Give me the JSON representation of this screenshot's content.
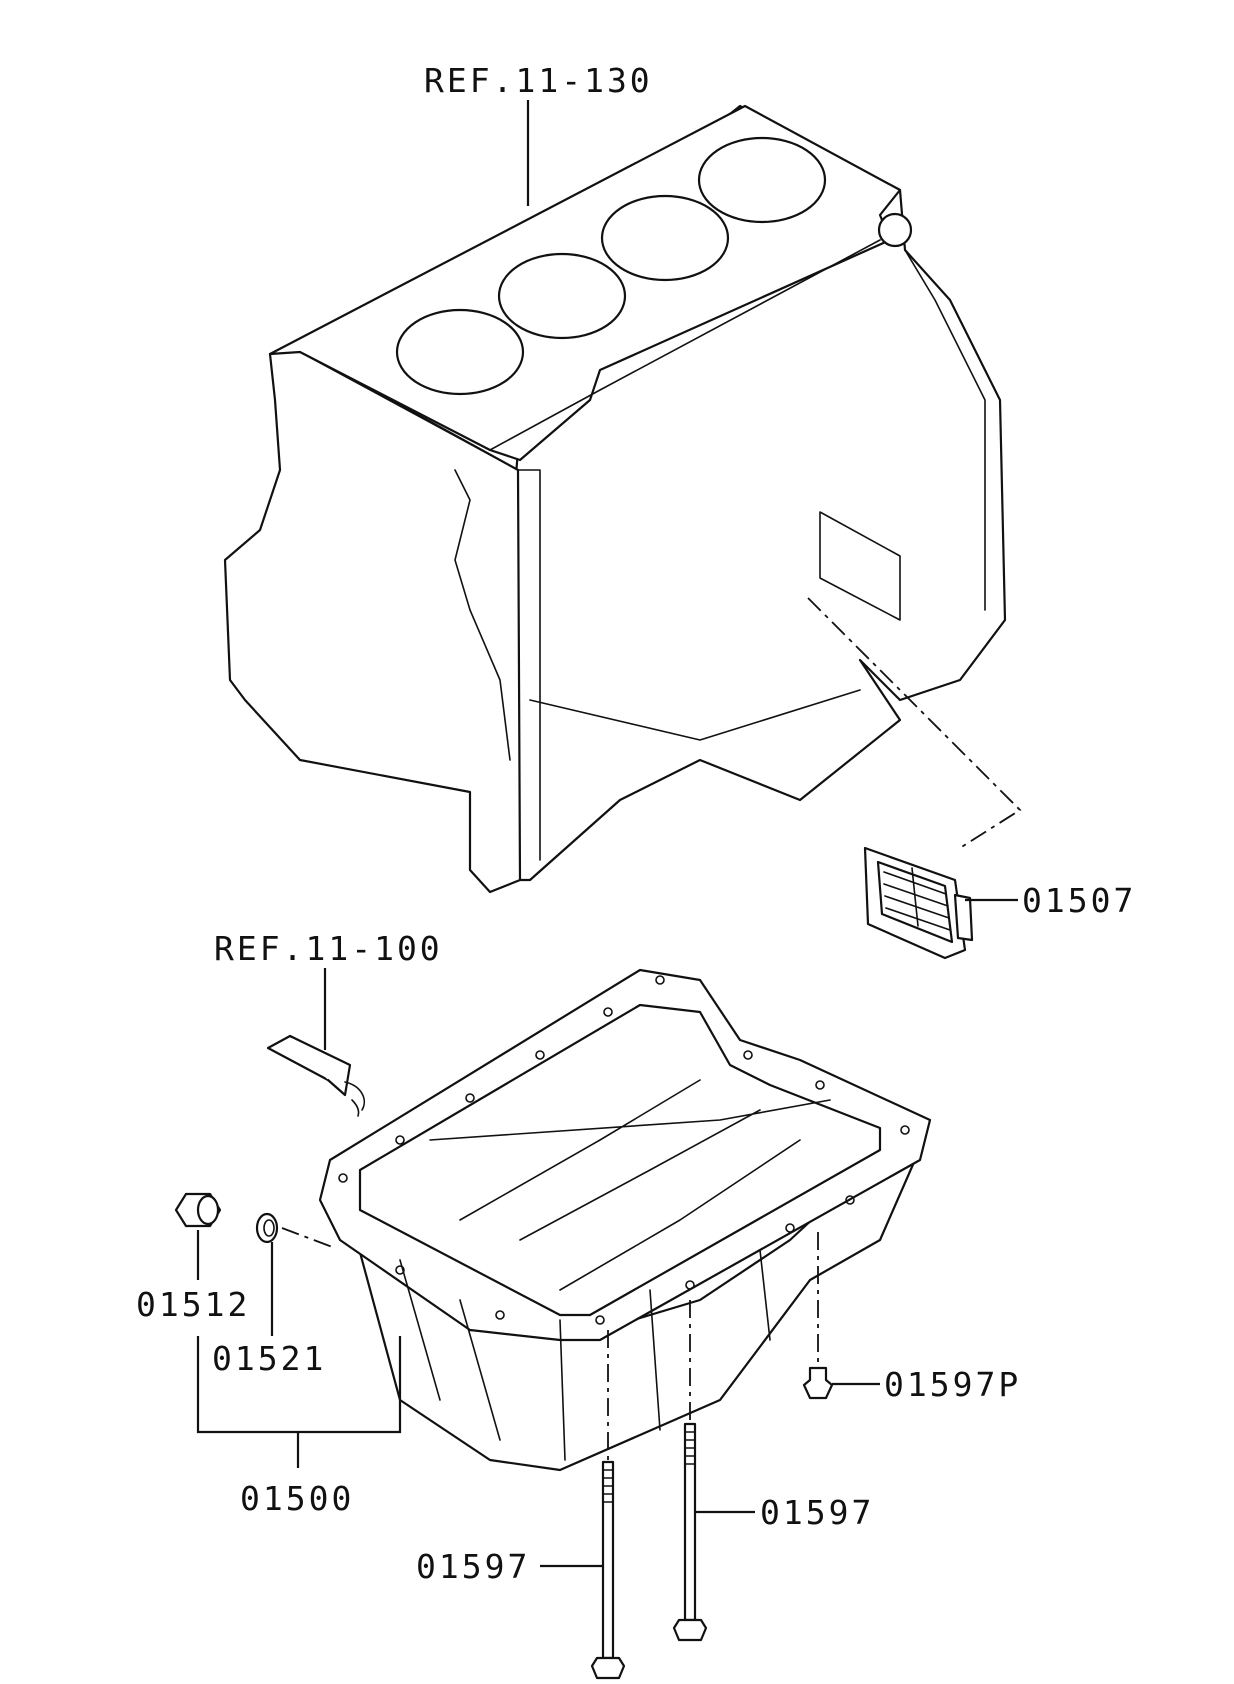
{
  "labels": {
    "ref_block": "REF.11-130",
    "ref_sealant": "REF.11-100",
    "strainer": "01507",
    "drain_plug": "01512",
    "gasket": "01521",
    "oil_pan_assy": "01500",
    "bolt_p": "01597P",
    "bolt_right": "01597",
    "bolt_left": "01597"
  },
  "colors": {
    "line": "#111111",
    "background": "#ffffff"
  }
}
